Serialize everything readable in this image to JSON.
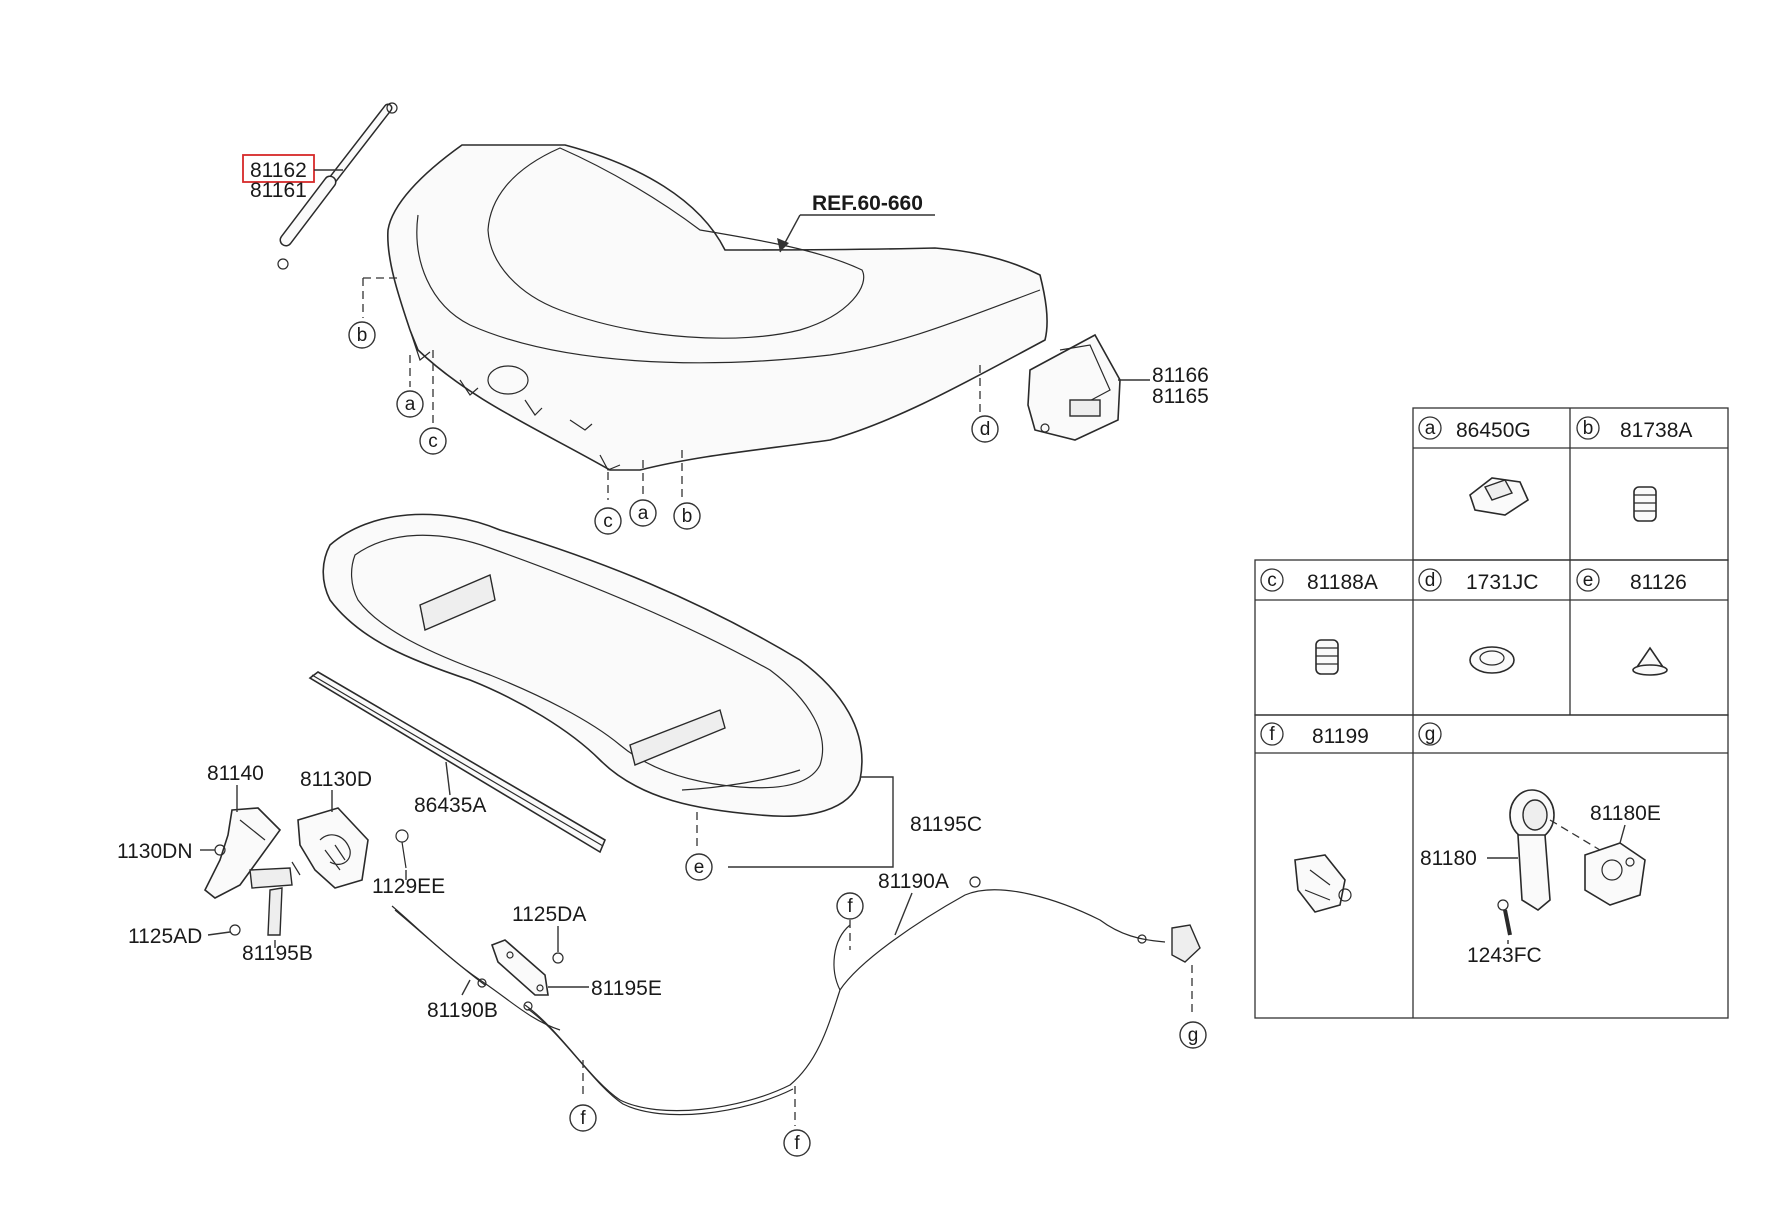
{
  "highlight_color": "#d62828",
  "main": {
    "ref_label": "REF.60-660",
    "labels": {
      "p81162": "81162",
      "p81161": "81161",
      "p81166": "81166",
      "p81165": "81165",
      "p81140": "81140",
      "p81130D": "81130D",
      "p86435A": "86435A",
      "p81195C": "81195C",
      "p1130DN": "1130DN",
      "p1129EE": "1129EE",
      "p1125AD": "1125AD",
      "p81195B": "81195B",
      "p1125DA": "1125DA",
      "p81195E": "81195E",
      "p81190B": "81190B",
      "p81190A": "81190A"
    },
    "callouts": {
      "b1": "b",
      "a1": "a",
      "c1": "c",
      "d1": "d",
      "c2": "c",
      "a2": "a",
      "b2": "b",
      "e1": "e",
      "f1": "f",
      "f2": "f",
      "f3": "f",
      "g1": "g"
    }
  },
  "legend": {
    "cells": [
      {
        "key": "a",
        "part": "86450G"
      },
      {
        "key": "b",
        "part": "81738A"
      },
      {
        "key": "c",
        "part": "81188A"
      },
      {
        "key": "d",
        "part": "1731JC"
      },
      {
        "key": "e",
        "part": "81126"
      },
      {
        "key": "f",
        "part": "81199"
      },
      {
        "key": "g",
        "part": ""
      }
    ],
    "g_labels": {
      "p81180E": "81180E",
      "p81180": "81180",
      "p1243FC": "1243FC"
    }
  }
}
